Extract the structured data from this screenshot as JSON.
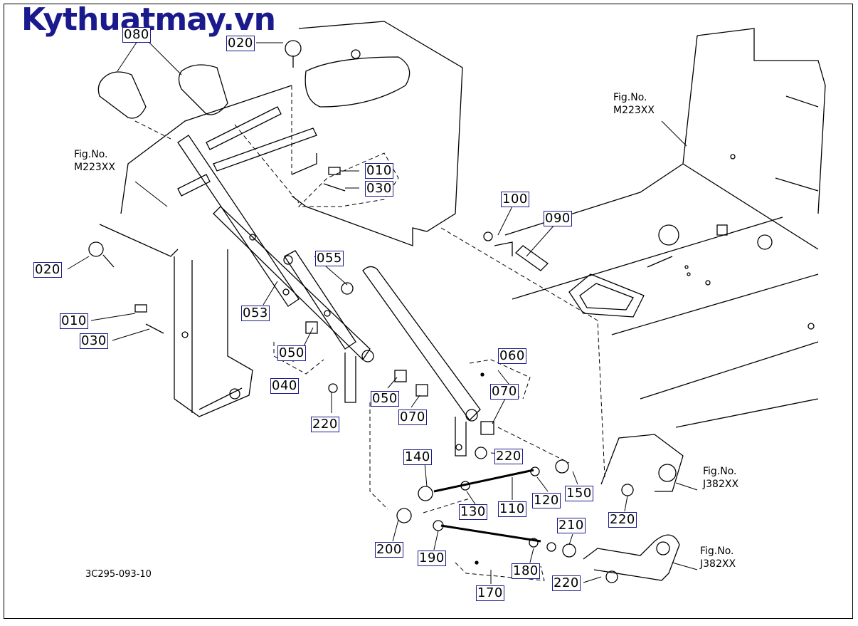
{
  "watermark": "Kythuatmay.vn",
  "drawing_code": "3C295-093-10",
  "fig_refs": [
    {
      "line1": "Fig.No.",
      "line2": "M223XX"
    },
    {
      "line1": "Fig.No.",
      "line2": "M223XX"
    },
    {
      "line1": "Fig.No.",
      "line2": "J382XX"
    },
    {
      "line1": "Fig.No.",
      "line2": "J382XX"
    }
  ],
  "callouts": [
    "080",
    "020",
    "010",
    "030",
    "020",
    "010",
    "030",
    "100",
    "090",
    "055",
    "053",
    "050",
    "040",
    "060",
    "070",
    "220",
    "050",
    "070",
    "220",
    "140",
    "150",
    "130",
    "110",
    "120",
    "220",
    "200",
    "190",
    "210",
    "180",
    "220",
    "170"
  ]
}
